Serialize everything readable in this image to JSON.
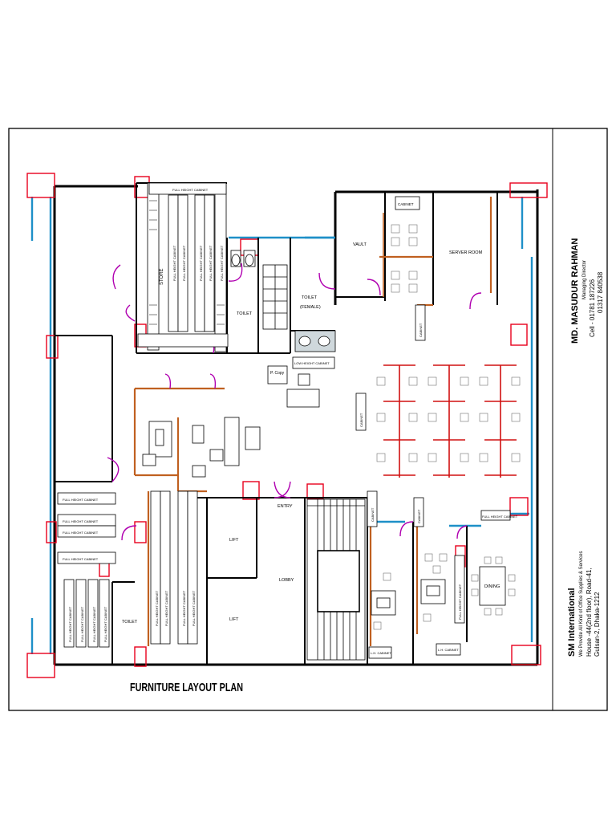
{
  "drawing": {
    "title": "FURNITURE LAYOUT PLAN",
    "client_block": {
      "name": "MD. MASUDUR RAHMAN",
      "role": "Managing Director",
      "phone_1": "Cell - 01781 187226",
      "phone_2": "01317 840538"
    },
    "company_block": {
      "name": "SM International",
      "tagline": "We Provide All Kind of Office Supplies & Services",
      "address_1": "House -44(2nd floor), Road-41,",
      "address_2": "Gulsan-2, Dhaka-1212"
    },
    "colors": {
      "wall": "#000000",
      "column": "#e8001c",
      "glass": "#1e90c8",
      "door": "#b000b0",
      "furniture_red": "#d01010",
      "furniture_brown": "#c06020",
      "furniture_gray": "#707070"
    }
  },
  "rooms": {
    "store": "STORE",
    "toilet_top": "TOILET",
    "toilet_female": "TOILET",
    "toilet_female_sub": "(FEMALE)",
    "vault": "VAULT",
    "server_room": "SERVER ROOM",
    "p_copy": "P. Copy",
    "entry": "ENTRY",
    "lift_1": "LIFT",
    "lift_2": "LIFT",
    "lobby": "LOBBY",
    "toilet_bottom": "TOILET",
    "dining": "DINING"
  },
  "labels": {
    "full_height_cabinet": "FULL HEIGHT CABINET",
    "low_height_cabinet": "LOW HEIGHT CABINET",
    "cabinet": "CABINET",
    "lh_cabinet": "L.H. CABINET"
  }
}
